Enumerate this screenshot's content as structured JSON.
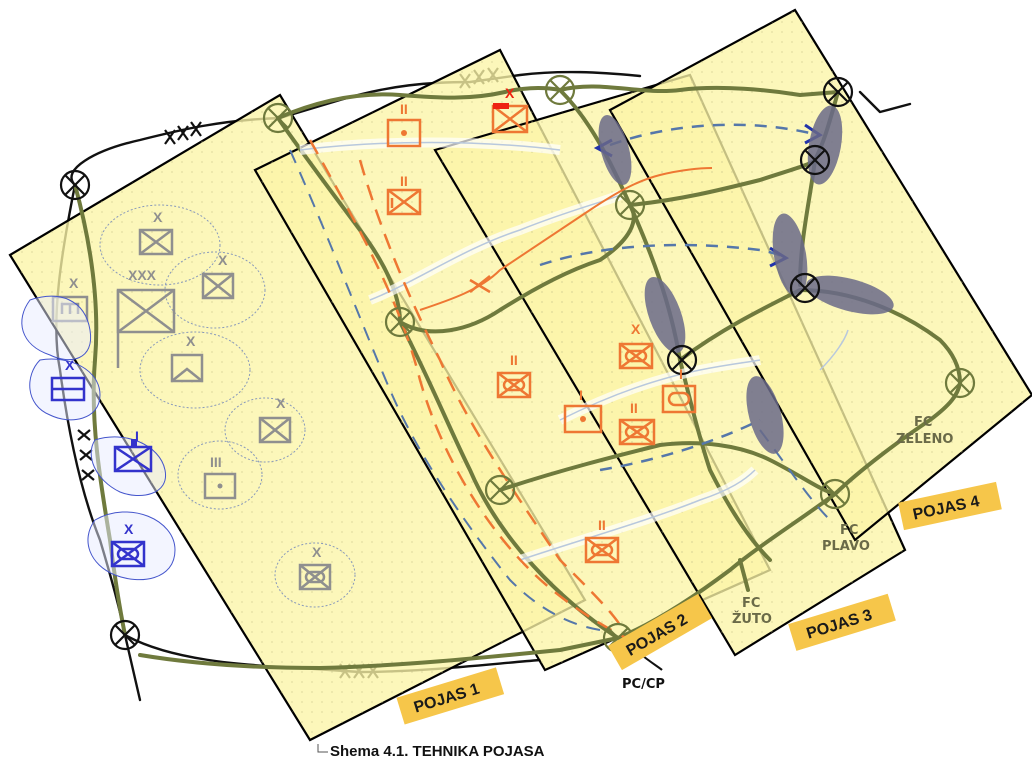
{
  "bands": [
    {
      "label": "POJAS 1"
    },
    {
      "label": "POJAS 2"
    },
    {
      "label": "POJAS 3"
    },
    {
      "label": "POJAS 4"
    }
  ],
  "phase_lines": [
    {
      "prefix": "FC",
      "name": "ŽUTO"
    },
    {
      "prefix": "FC",
      "name": "PLAVO"
    },
    {
      "prefix": "FC",
      "name": "ZELENO"
    }
  ],
  "command_post": "PC/CP",
  "caption": "Shema 4.1. TEHNIKA POJASA",
  "echelon_marks": {
    "brigade": "X",
    "corps": "XXX",
    "company": "I",
    "battalion": "II",
    "regiment": "III"
  },
  "colors": {
    "band_fill": "#fbf5a6",
    "road": "#6f7a3d",
    "enemy": "#ee7733",
    "friendly": "#3333cc",
    "neutral": "#8f8f8f",
    "tag": "#f6c64a"
  }
}
